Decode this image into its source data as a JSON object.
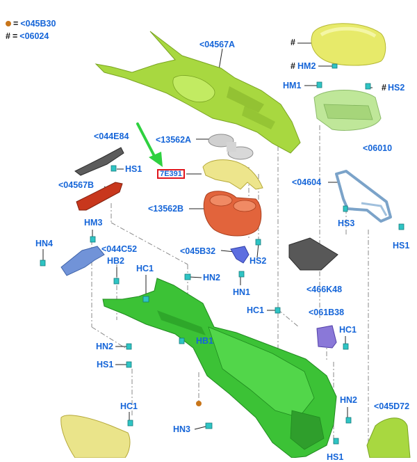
{
  "legend": [
    {
      "symbol": "dot",
      "code": "<045B30"
    },
    {
      "symbol": "#",
      "code": "<06024"
    }
  ],
  "highlighted_part": "7E391",
  "labels": {
    "p04567A": "<04567A",
    "hash_top": "#",
    "hm2_hash": "#",
    "hm2": "HM2",
    "hm1": "HM1",
    "hs2_hash": "#",
    "hs2_top": "HS2",
    "p06010": "<06010",
    "p044E84": "<044E84",
    "p13562A": "<13562A",
    "hs1_left": "HS1",
    "p04567B": "<04567B",
    "p04604": "<04604",
    "p13562B": "<13562B",
    "hs3": "HS3",
    "hs1_right": "HS1",
    "hm3": "HM3",
    "hn4": "HN4",
    "p044C52": "<044C52",
    "p045B32": "<045B32",
    "hs2_mid": "HS2",
    "hb2": "HB2",
    "hc1_a": "HC1",
    "hn2_a": "HN2",
    "hn1": "HN1",
    "p466K48": "<466K48",
    "hc1_b": "HC1",
    "p061B38": "<061B38",
    "hc1_c": "HC1",
    "hn2_b": "HN2",
    "hb1": "HB1",
    "hs1_low": "HS1",
    "hc1_d": "HC1",
    "hn2_c": "HN2",
    "p045D72": "<045D72",
    "hn3": "HN3",
    "hs1_bottom": "HS1"
  }
}
